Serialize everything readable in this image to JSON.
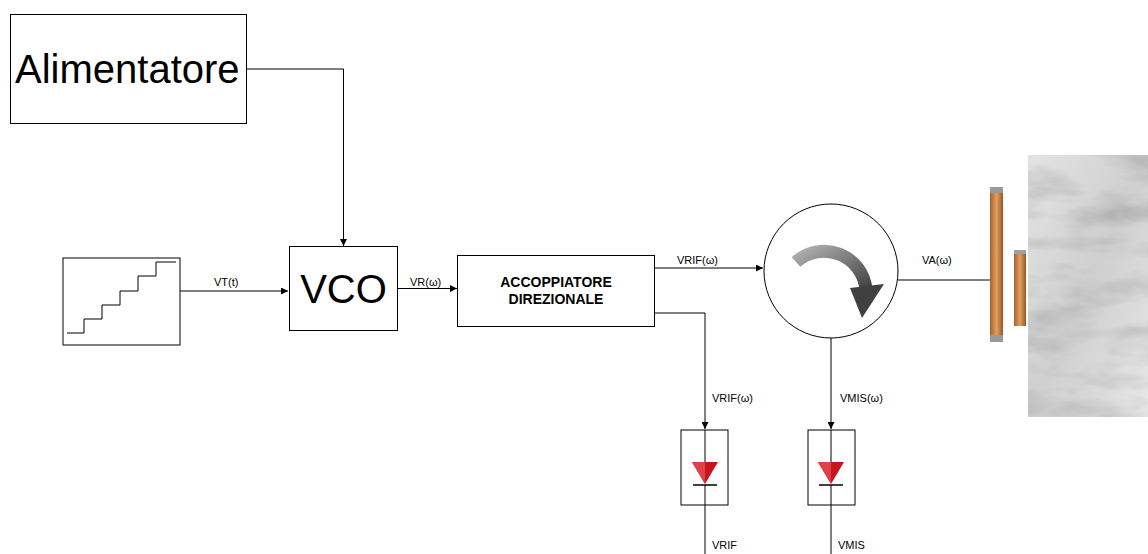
{
  "diagram": {
    "nodes": [
      {
        "text": [
          "Alimentatore"
        ]
      },
      {
        "text": [
          "VCO"
        ]
      },
      {
        "text": [
          "ACCOPPIATORE DIREZIONALE"
        ]
      }
    ],
    "edges": [
      {
        "from": 0,
        "to": 1,
        "arrow": "to"
      },
      {
        "from": 1,
        "to": 2,
        "arrow": "to",
        "label": "VR(ω)"
      }
    ],
    "labels": [
      "VT(t)",
      "VRIF(ω)",
      "VRIF(ω)",
      "VMIS(ω)",
      "VA(ω)",
      "VRIF",
      "VMIS"
    ]
  }
}
